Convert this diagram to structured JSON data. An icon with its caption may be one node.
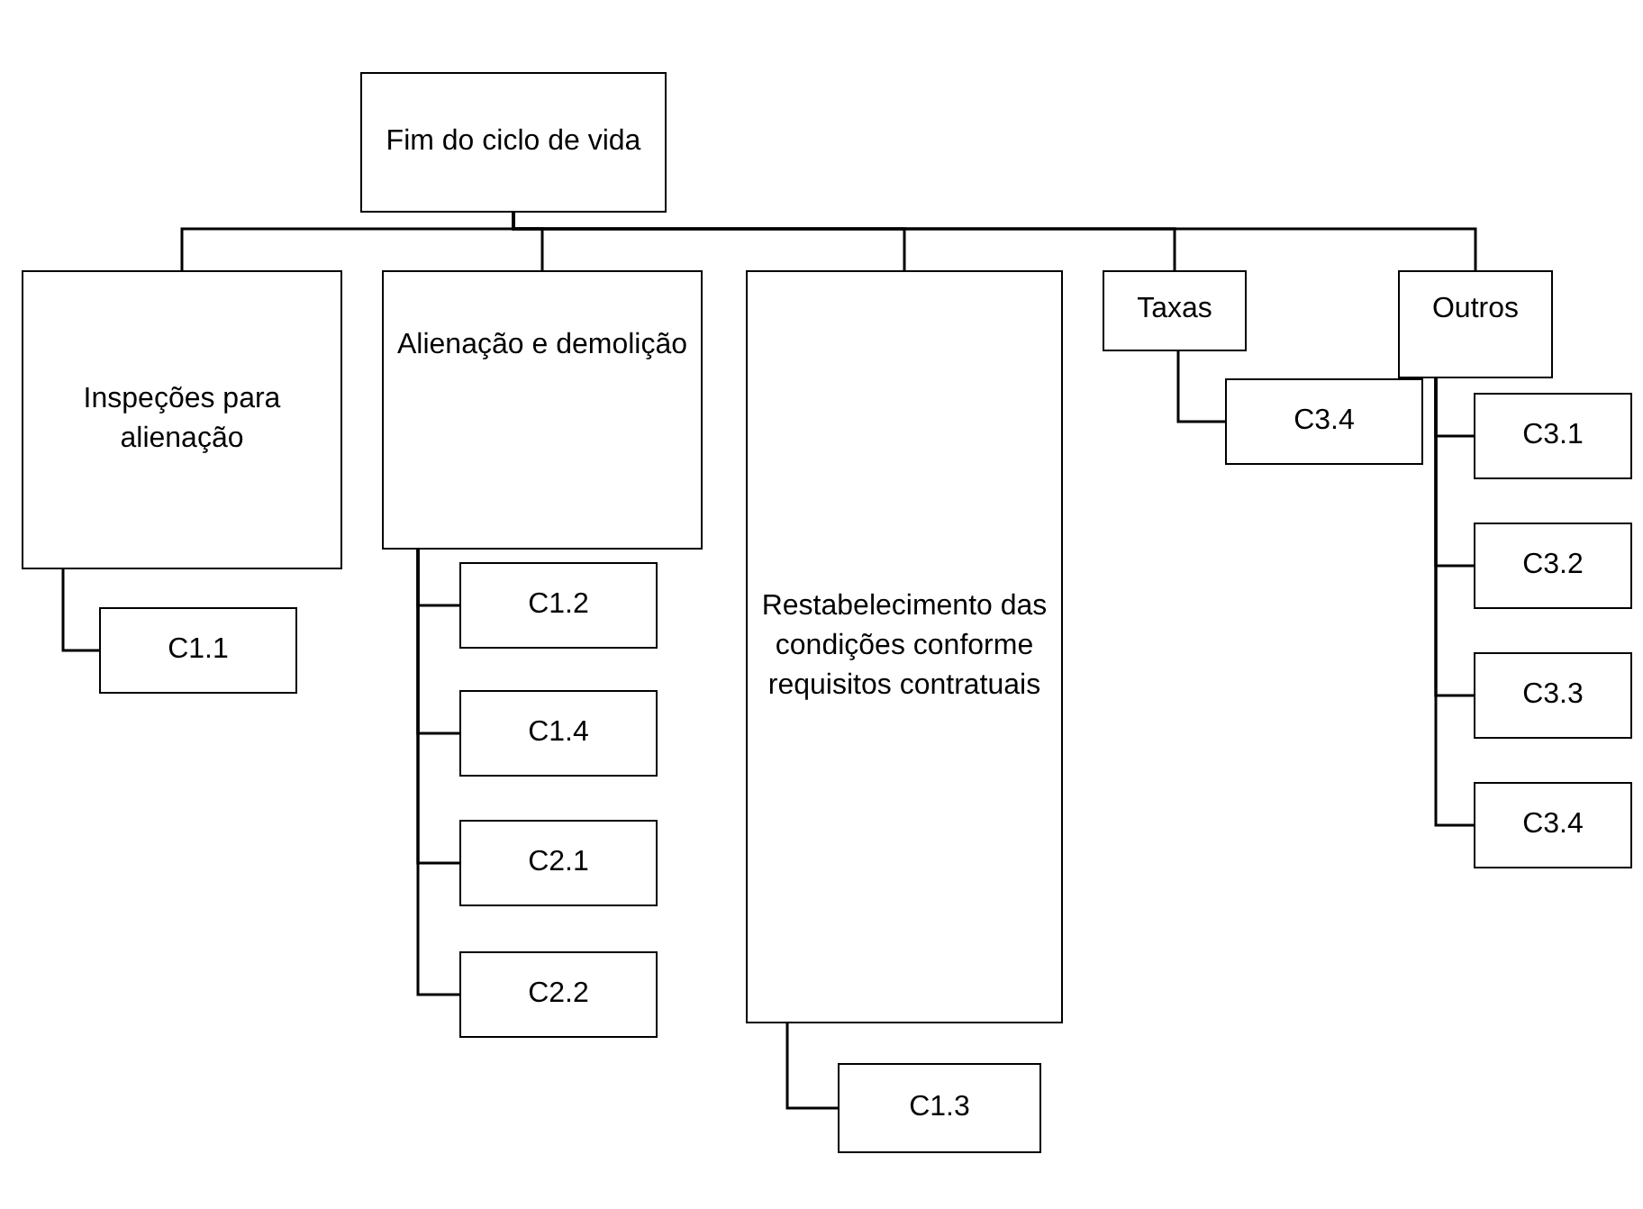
{
  "diagram": {
    "nodes": [
      {
        "text": [
          "Fim do ciclo de vida"
        ]
      },
      {
        "text": [
          "Inspeções para alienação"
        ]
      },
      {
        "text": [
          "Alienação e demolição"
        ]
      },
      {
        "text": [
          "Restabelecimento das condições conforme requisitos contratuais"
        ]
      },
      {
        "text": [
          "Taxas"
        ]
      },
      {
        "text": [
          "Outros"
        ]
      },
      {
        "text": [
          "C1.1"
        ]
      },
      {
        "text": [
          "C1.2"
        ]
      },
      {
        "text": [
          "C1.4"
        ]
      },
      {
        "text": [
          "C2.1"
        ]
      },
      {
        "text": [
          "C2.2"
        ]
      },
      {
        "text": [
          "C1.3"
        ]
      },
      {
        "text": [
          "C3.4"
        ]
      },
      {
        "text": [
          "C3.1"
        ]
      },
      {
        "text": [
          "C3.2"
        ]
      },
      {
        "text": [
          "C3.3"
        ]
      },
      {
        "text": [
          "C3.4"
        ]
      }
    ],
    "edges": [
      {
        "from": 0,
        "to": 1,
        "arrow": "none"
      },
      {
        "from": 0,
        "to": 2,
        "arrow": "none"
      },
      {
        "from": 0,
        "to": 3,
        "arrow": "none"
      },
      {
        "from": 0,
        "to": 4,
        "arrow": "none"
      },
      {
        "from": 0,
        "to": 5,
        "arrow": "none"
      },
      {
        "from": 1,
        "to": 6,
        "arrow": "none"
      },
      {
        "from": 2,
        "to": 7,
        "arrow": "none"
      },
      {
        "from": 2,
        "to": 8,
        "arrow": "none"
      },
      {
        "from": 2,
        "to": 9,
        "arrow": "none"
      },
      {
        "from": 2,
        "to": 10,
        "arrow": "none"
      },
      {
        "from": 3,
        "to": 11,
        "arrow": "none"
      },
      {
        "from": 4,
        "to": 12,
        "arrow": "none"
      },
      {
        "from": 5,
        "to": 13,
        "arrow": "none"
      },
      {
        "from": 5,
        "to": 14,
        "arrow": "none"
      },
      {
        "from": 5,
        "to": 15,
        "arrow": "none"
      },
      {
        "from": 5,
        "to": 16,
        "arrow": "none"
      }
    ]
  }
}
